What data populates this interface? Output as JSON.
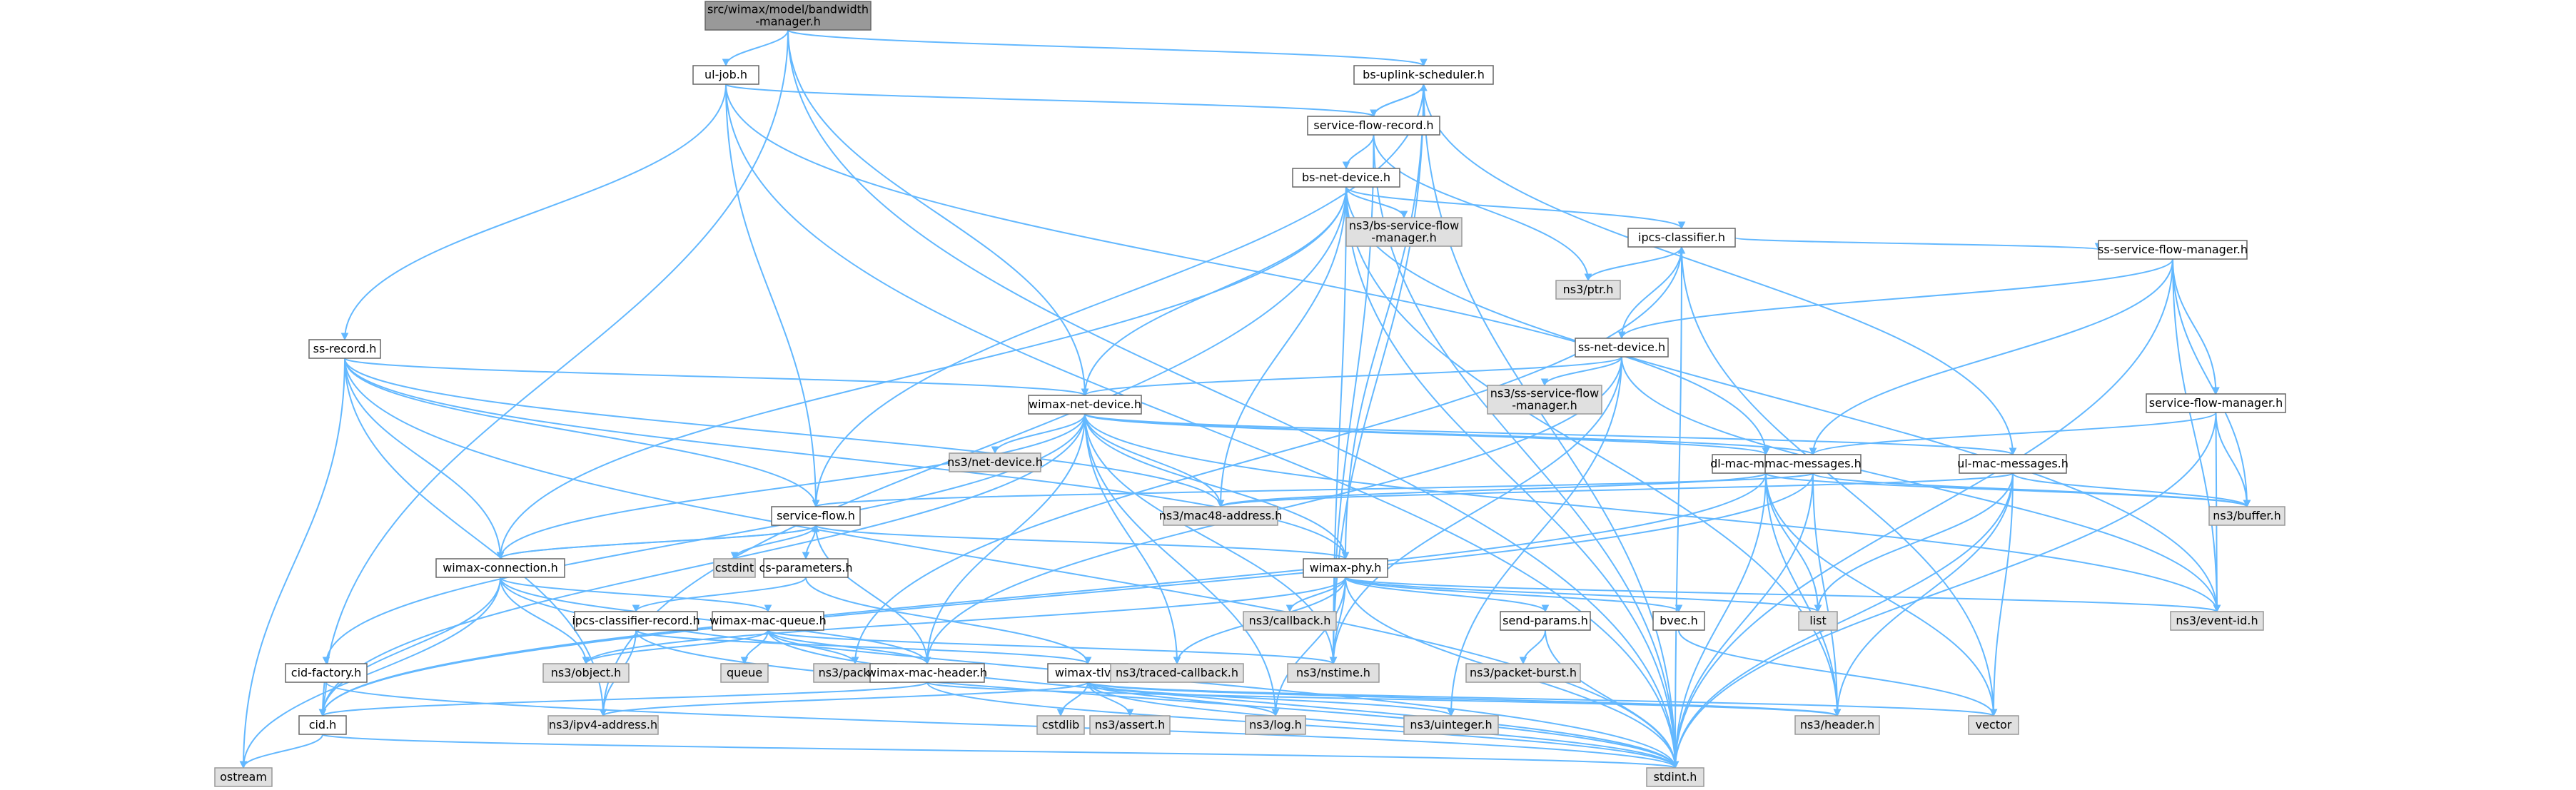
{
  "colors": {
    "edge": "#63b8ff",
    "root_fill": "#999999",
    "local_fill": "#ffffff",
    "external_fill": "#e0e0e0",
    "border": "#666666"
  },
  "nodes": [
    {
      "id": "root",
      "kind": "root",
      "lines": [
        "src/wimax/model/bandwidth",
        "-manager.h"
      ]
    },
    {
      "id": "ul_job",
      "kind": "local",
      "lines": [
        "ul-job.h"
      ]
    },
    {
      "id": "bs_uplink",
      "kind": "local",
      "lines": [
        "bs-uplink-scheduler.h"
      ]
    },
    {
      "id": "sfr",
      "kind": "local",
      "lines": [
        "service-flow-record.h"
      ]
    },
    {
      "id": "bs_net",
      "kind": "local",
      "lines": [
        "bs-net-device.h"
      ]
    },
    {
      "id": "bs_sfm",
      "kind": "external",
      "lines": [
        "ns3/bs-service-flow",
        "-manager.h"
      ]
    },
    {
      "id": "ipcs",
      "kind": "local",
      "lines": [
        "ipcs-classifier.h"
      ]
    },
    {
      "id": "ptr",
      "kind": "external",
      "lines": [
        "ns3/ptr.h"
      ]
    },
    {
      "id": "ss_sfm",
      "kind": "local",
      "lines": [
        "ss-service-flow-manager.h"
      ]
    },
    {
      "id": "ss_net",
      "kind": "local",
      "lines": [
        "ss-net-device.h"
      ]
    },
    {
      "id": "ss_sfm_ext",
      "kind": "external",
      "lines": [
        "ns3/ss-service-flow",
        "-manager.h"
      ]
    },
    {
      "id": "sfm",
      "kind": "local",
      "lines": [
        "service-flow-manager.h"
      ]
    },
    {
      "id": "ss_record",
      "kind": "local",
      "lines": [
        "ss-record.h"
      ]
    },
    {
      "id": "wimax_net",
      "kind": "local",
      "lines": [
        "wimax-net-device.h"
      ]
    },
    {
      "id": "net_device",
      "kind": "external",
      "lines": [
        "ns3/net-device.h"
      ]
    },
    {
      "id": "dl_mac",
      "kind": "local",
      "lines": [
        "dl-mac-messages.h"
      ]
    },
    {
      "id": "mac_msgs",
      "kind": "local",
      "lines": [
        "mac-messages.h"
      ]
    },
    {
      "id": "ul_mac",
      "kind": "local",
      "lines": [
        "ul-mac-messages.h"
      ]
    },
    {
      "id": "mac48",
      "kind": "external",
      "lines": [
        "ns3/mac48-address.h"
      ]
    },
    {
      "id": "buffer",
      "kind": "external",
      "lines": [
        "ns3/buffer.h"
      ]
    },
    {
      "id": "service_flow",
      "kind": "local",
      "lines": [
        "service-flow.h"
      ]
    },
    {
      "id": "wimax_conn",
      "kind": "local",
      "lines": [
        "wimax-connection.h"
      ]
    },
    {
      "id": "cstdint",
      "kind": "external",
      "lines": [
        "cstdint"
      ]
    },
    {
      "id": "cs_params",
      "kind": "local",
      "lines": [
        "cs-parameters.h"
      ]
    },
    {
      "id": "wimax_phy",
      "kind": "local",
      "lines": [
        "wimax-phy.h"
      ]
    },
    {
      "id": "callback",
      "kind": "external",
      "lines": [
        "ns3/callback.h"
      ]
    },
    {
      "id": "send_params",
      "kind": "local",
      "lines": [
        "send-params.h"
      ]
    },
    {
      "id": "bvec",
      "kind": "local",
      "lines": [
        "bvec.h"
      ]
    },
    {
      "id": "list",
      "kind": "external",
      "lines": [
        "list"
      ]
    },
    {
      "id": "event_id",
      "kind": "external",
      "lines": [
        "ns3/event-id.h"
      ]
    },
    {
      "id": "packet_burst",
      "kind": "external",
      "lines": [
        "ns3/packet-burst.h"
      ]
    },
    {
      "id": "ipcs_rec",
      "kind": "local",
      "lines": [
        "ipcs-classifier-record.h"
      ]
    },
    {
      "id": "mac_queue",
      "kind": "local",
      "lines": [
        "wimax-mac-queue.h"
      ]
    },
    {
      "id": "object",
      "kind": "external",
      "lines": [
        "ns3/object.h"
      ]
    },
    {
      "id": "queue",
      "kind": "external",
      "lines": [
        "queue"
      ]
    },
    {
      "id": "packet",
      "kind": "external",
      "lines": [
        "ns3/packet.h"
      ]
    },
    {
      "id": "mac_header",
      "kind": "local",
      "lines": [
        "wimax-mac-header.h"
      ]
    },
    {
      "id": "tlv",
      "kind": "local",
      "lines": [
        "wimax-tlv.h"
      ]
    },
    {
      "id": "traced_cb",
      "kind": "external",
      "lines": [
        "ns3/traced-callback.h"
      ]
    },
    {
      "id": "nstime",
      "kind": "external",
      "lines": [
        "ns3/nstime.h"
      ]
    },
    {
      "id": "cid_factory",
      "kind": "local",
      "lines": [
        "cid-factory.h"
      ]
    },
    {
      "id": "cid",
      "kind": "local",
      "lines": [
        "cid.h"
      ]
    },
    {
      "id": "ipv4",
      "kind": "external",
      "lines": [
        "ns3/ipv4-address.h"
      ]
    },
    {
      "id": "cstdlib",
      "kind": "external",
      "lines": [
        "cstdlib"
      ]
    },
    {
      "id": "assert",
      "kind": "external",
      "lines": [
        "ns3/assert.h"
      ]
    },
    {
      "id": "log",
      "kind": "external",
      "lines": [
        "ns3/log.h"
      ]
    },
    {
      "id": "uinteger",
      "kind": "external",
      "lines": [
        "ns3/uinteger.h"
      ]
    },
    {
      "id": "header",
      "kind": "external",
      "lines": [
        "ns3/header.h"
      ]
    },
    {
      "id": "vector",
      "kind": "external",
      "lines": [
        "vector"
      ]
    },
    {
      "id": "ostream",
      "kind": "external",
      "lines": [
        "ostream"
      ]
    },
    {
      "id": "stdint",
      "kind": "external",
      "lines": [
        "stdint.h"
      ]
    }
  ],
  "edges": [
    [
      "root",
      "ul_job"
    ],
    [
      "root",
      "bs_uplink"
    ],
    [
      "root",
      "wimax_net"
    ],
    [
      "root",
      "cid"
    ],
    [
      "root",
      "stdint"
    ],
    [
      "ul_job",
      "sfr"
    ],
    [
      "ul_job",
      "ss_record"
    ],
    [
      "ul_job",
      "service_flow"
    ],
    [
      "ul_job",
      "stdint"
    ],
    [
      "ul_job",
      "dl_mac"
    ],
    [
      "bs_uplink",
      "sfr"
    ],
    [
      "bs_uplink",
      "service_flow"
    ],
    [
      "bs_uplink",
      "wimax_phy"
    ],
    [
      "bs_uplink",
      "ul_mac"
    ],
    [
      "bs_uplink",
      "nstime"
    ],
    [
      "bs_uplink",
      "stdint"
    ],
    [
      "sfr",
      "bs_uplink"
    ],
    [
      "sfr",
      "bs_net"
    ],
    [
      "sfr",
      "ptr"
    ],
    [
      "sfr",
      "nstime"
    ],
    [
      "sfr",
      "stdint"
    ],
    [
      "bs_net",
      "bs_sfm"
    ],
    [
      "bs_net",
      "ipcs"
    ],
    [
      "bs_net",
      "wimax_net"
    ],
    [
      "bs_net",
      "wimax_conn"
    ],
    [
      "bs_net",
      "mac48"
    ],
    [
      "bs_net",
      "event_id"
    ],
    [
      "bs_net",
      "nstime"
    ],
    [
      "bs_net",
      "header"
    ],
    [
      "bs_net",
      "ipv4"
    ],
    [
      "bs_net",
      "stdint"
    ],
    [
      "ipcs",
      "ptr"
    ],
    [
      "ipcs",
      "ss_sfm"
    ],
    [
      "ipcs",
      "packet"
    ],
    [
      "ipcs",
      "vector"
    ],
    [
      "ipcs",
      "stdint"
    ],
    [
      "ss_sfm",
      "ss_net"
    ],
    [
      "ss_sfm",
      "sfm"
    ],
    [
      "ss_sfm",
      "mac_msgs"
    ],
    [
      "ss_sfm",
      "buffer"
    ],
    [
      "ss_sfm",
      "event_id"
    ],
    [
      "ss_sfm",
      "stdint"
    ],
    [
      "ss_net",
      "ipcs"
    ],
    [
      "ss_net",
      "ss_sfm_ext"
    ],
    [
      "ss_net",
      "wimax_net"
    ],
    [
      "ss_net",
      "mac_header"
    ],
    [
      "ss_net",
      "event_id"
    ],
    [
      "ss_net",
      "nstime"
    ],
    [
      "ss_net",
      "uinteger"
    ],
    [
      "sfm",
      "mac_msgs"
    ],
    [
      "sfm",
      "buffer"
    ],
    [
      "sfm",
      "event_id"
    ],
    [
      "sfm",
      "stdint"
    ],
    [
      "ss_record",
      "wimax_net"
    ],
    [
      "ss_record",
      "service_flow"
    ],
    [
      "ss_record",
      "wimax_conn"
    ],
    [
      "ss_record",
      "mac48"
    ],
    [
      "ss_record",
      "wimax_phy"
    ],
    [
      "ss_record",
      "ipv4"
    ],
    [
      "ss_record",
      "ostream"
    ],
    [
      "ss_record",
      "stdint"
    ],
    [
      "wimax_net",
      "net_device"
    ],
    [
      "wimax_net",
      "dl_mac"
    ],
    [
      "wimax_net",
      "mac_msgs"
    ],
    [
      "wimax_net",
      "ul_mac"
    ],
    [
      "wimax_net",
      "mac48"
    ],
    [
      "wimax_net",
      "wimax_phy"
    ],
    [
      "wimax_net",
      "wimax_conn"
    ],
    [
      "wimax_net",
      "mac_header"
    ],
    [
      "wimax_net",
      "cid_factory"
    ],
    [
      "wimax_net",
      "cid"
    ],
    [
      "wimax_net",
      "traced_cb"
    ],
    [
      "wimax_net",
      "nstime"
    ],
    [
      "wimax_net",
      "log"
    ],
    [
      "wimax_net",
      "event_id"
    ],
    [
      "dl_mac",
      "cid"
    ],
    [
      "dl_mac",
      "mac48"
    ],
    [
      "dl_mac",
      "buffer"
    ],
    [
      "dl_mac",
      "header"
    ],
    [
      "dl_mac",
      "list"
    ],
    [
      "dl_mac",
      "vector"
    ],
    [
      "dl_mac",
      "stdint"
    ],
    [
      "mac_msgs",
      "service_flow"
    ],
    [
      "mac_msgs",
      "buffer"
    ],
    [
      "mac_msgs",
      "header"
    ],
    [
      "mac_msgs",
      "stdint"
    ],
    [
      "mac_msgs",
      "cid"
    ],
    [
      "ul_mac",
      "buffer"
    ],
    [
      "ul_mac",
      "header"
    ],
    [
      "ul_mac",
      "list"
    ],
    [
      "ul_mac",
      "vector"
    ],
    [
      "ul_mac",
      "stdint"
    ],
    [
      "ul_mac",
      "mac48"
    ],
    [
      "service_flow",
      "wimax_conn"
    ],
    [
      "service_flow",
      "cstdint"
    ],
    [
      "service_flow",
      "cs_params"
    ],
    [
      "service_flow",
      "wimax_phy"
    ],
    [
      "service_flow",
      "mac_header"
    ],
    [
      "wimax_conn",
      "service_flow"
    ],
    [
      "wimax_conn",
      "mac_queue"
    ],
    [
      "wimax_conn",
      "object"
    ],
    [
      "wimax_conn",
      "cid"
    ],
    [
      "wimax_conn",
      "mac_header"
    ],
    [
      "wimax_conn",
      "ostream"
    ],
    [
      "wimax_conn",
      "stdint"
    ],
    [
      "cs_params",
      "ipcs_rec"
    ],
    [
      "cs_params",
      "tlv"
    ],
    [
      "wimax_phy",
      "callback"
    ],
    [
      "wimax_phy",
      "send_params"
    ],
    [
      "wimax_phy",
      "bvec"
    ],
    [
      "wimax_phy",
      "list"
    ],
    [
      "wimax_phy",
      "event_id"
    ],
    [
      "wimax_phy",
      "nstime"
    ],
    [
      "wimax_phy",
      "traced_cb"
    ],
    [
      "wimax_phy",
      "log"
    ],
    [
      "wimax_phy",
      "stdint"
    ],
    [
      "wimax_phy",
      "object"
    ],
    [
      "send_params",
      "packet_burst"
    ],
    [
      "send_params",
      "stdint"
    ],
    [
      "bvec",
      "vector"
    ],
    [
      "ipcs_rec",
      "ipv4"
    ],
    [
      "ipcs_rec",
      "tlv"
    ],
    [
      "ipcs_rec",
      "stdint"
    ],
    [
      "mac_queue",
      "queue"
    ],
    [
      "mac_queue",
      "packet"
    ],
    [
      "mac_queue",
      "mac_header"
    ],
    [
      "mac_queue",
      "nstime"
    ],
    [
      "mac_queue",
      "object"
    ],
    [
      "mac_queue",
      "stdint"
    ],
    [
      "mac_header",
      "header"
    ],
    [
      "mac_header",
      "cid"
    ],
    [
      "mac_header",
      "stdint"
    ],
    [
      "tlv",
      "cstdlib"
    ],
    [
      "tlv",
      "assert"
    ],
    [
      "tlv",
      "log"
    ],
    [
      "tlv",
      "uinteger"
    ],
    [
      "tlv",
      "header"
    ],
    [
      "tlv",
      "vector"
    ],
    [
      "tlv",
      "ipv4"
    ],
    [
      "tlv",
      "stdint"
    ],
    [
      "cid_factory",
      "cid"
    ],
    [
      "cid_factory",
      "stdint"
    ],
    [
      "cid",
      "ostream"
    ],
    [
      "cid",
      "stdint"
    ]
  ]
}
